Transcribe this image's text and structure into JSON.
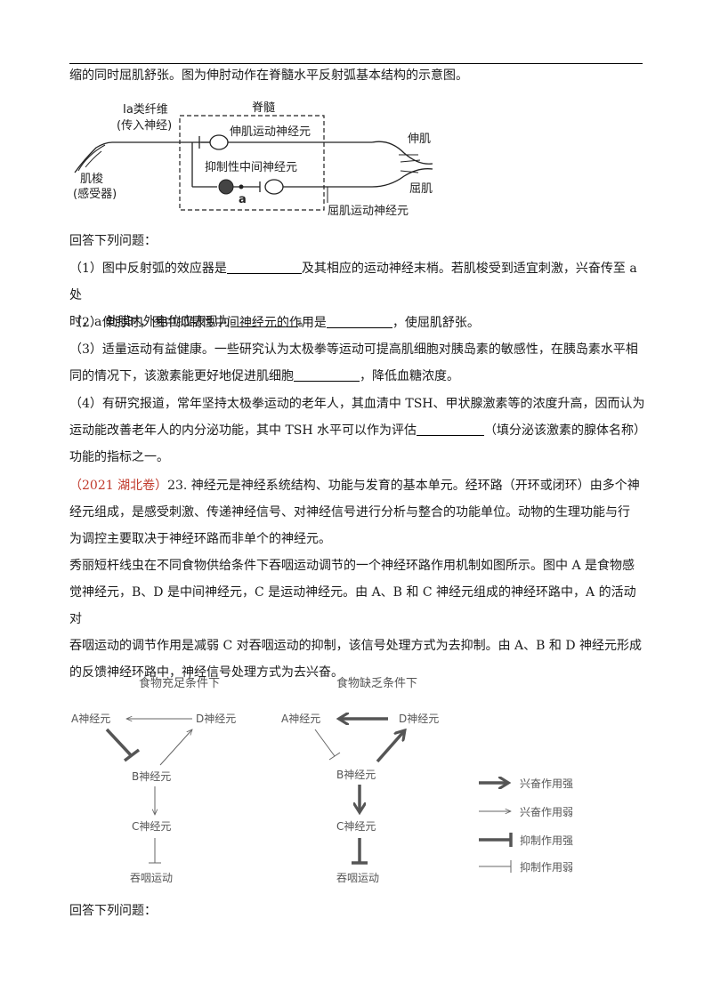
{
  "intro_line": "缩的同时屈肌舒张。图为伸肘动作在脊髓水平反射弧基本结构的示意图。",
  "fig1": {
    "label_fiber": "Ⅰa类纤维",
    "label_afferent": "(传入神经)",
    "label_spinal": "脊髓",
    "label_extensor_mn": "伸肌运动神经元",
    "label_interneuron": "抑制性中间神经元",
    "label_a": "a",
    "label_spindle": "肌梭",
    "label_receptor": "(感受器)",
    "label_extensor": "伸肌",
    "label_flexor": "屈肌",
    "label_flexor_mn": "屈肌运动神经元"
  },
  "q_intro": "回答下列问题：",
  "q1": {
    "a": "（1）图中反射弧的效应器是",
    "b": "及其相应的运动神经末梢。若肌梭受到适宜刺激，兴奋传至 a 处",
    "c": "时，a 处膜内外电位应表现为",
    "d": "。"
  },
  "q2": {
    "a": "（2）伸肘时，图中抑制性中间神经元的作用是",
    "b": "，使屈肌舒张。"
  },
  "q3": {
    "a": "（3）适量运动有益健康。一些研究认为太极拳等运动可提高肌细胞对胰岛素的敏感性，在胰岛素水平相",
    "b": "同的情况下，该激素能更好地促进肌细胞",
    "c": "，降低血糖浓度。"
  },
  "q4": {
    "a": "（4）有研究报道，常年坚持太极拳运动的老年人，其血清中 TSH、甲状腺激素等的浓度升高，因而认为",
    "b": "运动能改善老年人的内分泌功能，其中 TSH 水平可以作为评估",
    "c": "（填分泌该激素的腺体名称）",
    "d": "功能的指标之一。"
  },
  "q23": {
    "source": "（2021 湖北卷）",
    "l1": "23. 神经元是神经系统结构、功能与发育的基本单元。经环路（开环或闭环）由多个神",
    "l2": "经元组成，是感受刺激、传递神经信号、对神经信号进行分析与整合的功能单位。动物的生理功能与行",
    "l3": "为调控主要取决于神经环路而非单个的神经元。",
    "l4": "秀丽短杆线虫在不同食物供给条件下吞咽运动调节的一个神经环路作用机制如图所示。图中 A 是食物感",
    "l5": "觉神经元，B、D 是中间神经元，C 是运动神经元。由 A、B 和 C 神经元组成的神经环路中，A 的活动对",
    "l6": "吞咽运动的调节作用是减弱 C 对吞咽运动的抑制，该信号处理方式为去抑制。由 A、B 和 D 神经元形成",
    "l7": "的反馈神经环路中，神经信号处理方式为去兴奋。"
  },
  "fig2": {
    "left_title": "食物充足条件下",
    "right_title": "食物缺乏条件下",
    "A": "A神经元",
    "B": "B神经元",
    "C": "C神经元",
    "D": "D神经元",
    "swallow": "吞咽运动",
    "legend": {
      "strong_excite": "兴奋作用强",
      "weak_excite": "兴奋作用弱",
      "strong_inhibit": "抑制作用强",
      "weak_inhibit": "抑制作用弱"
    }
  },
  "q_intro_2": "回答下列问题："
}
